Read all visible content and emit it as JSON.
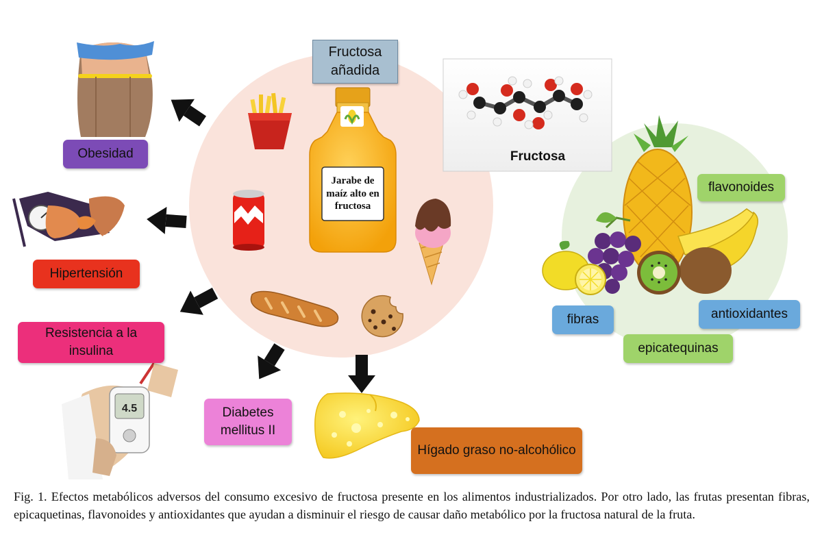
{
  "colors": {
    "added_fructose": "#a8bfd0",
    "obesity": "#7c4bb6",
    "hypertension": "#e8321e",
    "insulin_resistance": "#ec2f7b",
    "diabetes": "#ec82d8",
    "fatty_liver": "#d5701f",
    "fruit_green": "#9fd36a",
    "fruit_blue": "#6aa9dc"
  },
  "labels": {
    "added_fructose": "Fructosa añadida",
    "syrup": "Jarabe de maíz alto en fructosa",
    "fructose_molecule": "Fructosa",
    "obesity": "Obesidad",
    "hypertension": "Hipertensión",
    "insulin_resistance": "Resistencia a la insulina",
    "diabetes": "Diabetes mellitus II",
    "fatty_liver": "Hígado graso no-alcohólico",
    "flavonoids": "flavonoides",
    "fibers": "fibras",
    "antioxidants": "antioxidantes",
    "epicatechins": "epicatequinas",
    "glucometer_reading": "4.5"
  },
  "caption": "Fig. 1. Efectos metabólicos adversos del consumo excesivo de fructosa presente en los alimentos industrializados. Por otro lado, las frutas presentan fibras, epicaquetinas, flavonoides y antioxidantes que ayudan a disminuir el riesgo de causar daño metabólico por la fructosa natural de la fruta."
}
